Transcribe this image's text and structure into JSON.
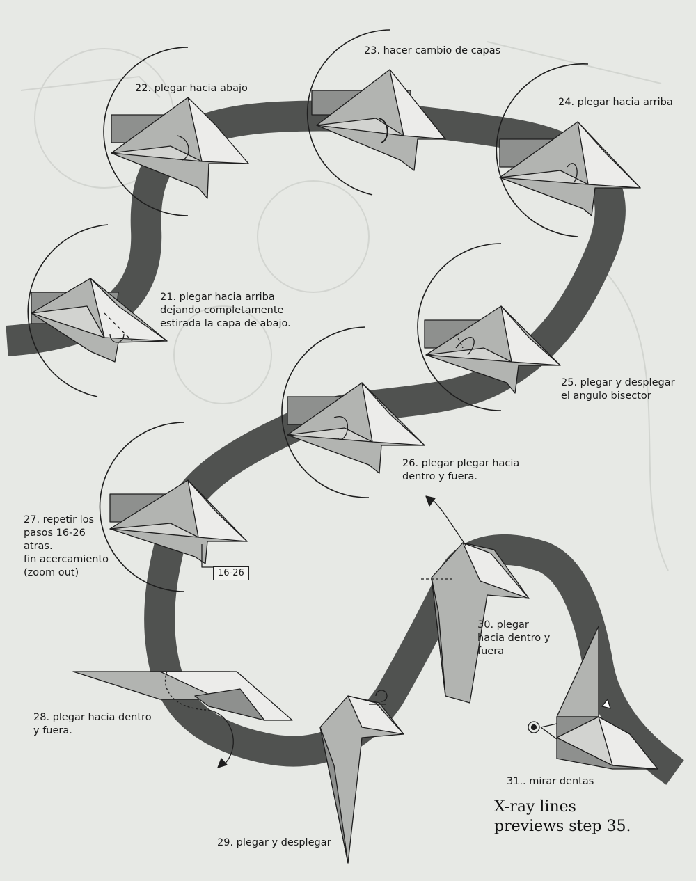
{
  "steps": [
    {
      "id": "s21",
      "lines": [
        "21. plegar hacia arriba",
        "dejando completamente",
        "estirada la capa de abajo."
      ]
    },
    {
      "id": "s22",
      "lines": [
        "22. plegar hacia abajo"
      ]
    },
    {
      "id": "s23",
      "lines": [
        "23. hacer cambio de capas"
      ]
    },
    {
      "id": "s24",
      "lines": [
        "24. plegar hacia arriba"
      ]
    },
    {
      "id": "s25",
      "lines": [
        "25. plegar y desplegar",
        "el angulo bisector"
      ]
    },
    {
      "id": "s26",
      "lines": [
        "26. plegar plegar hacia",
        "dentro y fuera."
      ]
    },
    {
      "id": "s27",
      "lines": [
        "27. repetir los",
        "pasos 16-26",
        "atras.",
        "fin acercamiento",
        "(zoom out)"
      ]
    },
    {
      "id": "s28",
      "lines": [
        "28. plegar hacia dentro",
        "y fuera."
      ]
    },
    {
      "id": "s29",
      "lines": [
        "29. plegar y desplegar"
      ]
    },
    {
      "id": "s30",
      "lines": [
        "30. plegar",
        "hacia dentro y",
        "fuera"
      ]
    },
    {
      "id": "s31",
      "lines": [
        "31.. mirar dentas"
      ]
    }
  ],
  "reference_box": "16-26",
  "note": [
    "X-ray lines",
    "previews step 35."
  ],
  "colors": {
    "paper": "#e7e9e5",
    "band": "#505250",
    "fold_gray": "#8e908e",
    "fold_light": "#ececea",
    "line": "#1e1e1e"
  }
}
